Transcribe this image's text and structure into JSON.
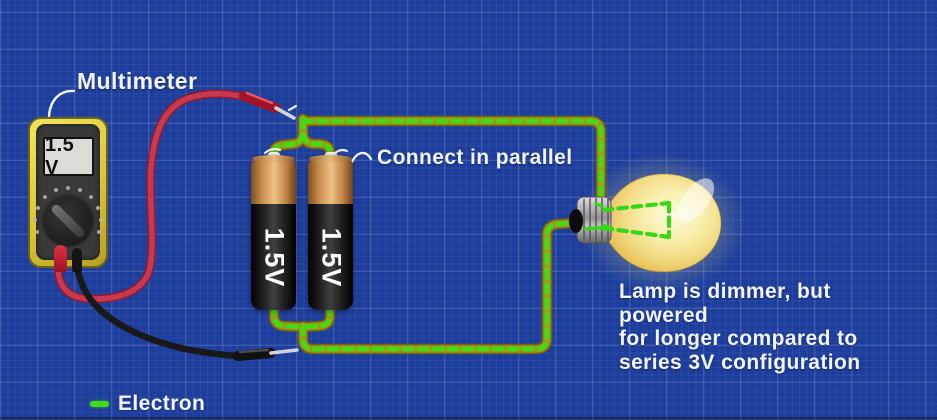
{
  "diagram": {
    "background_color": "#1d3e9c",
    "electron_color": "#3fdc17",
    "wire_casing_color": "#a39418",
    "red_probe_color": "#c23249",
    "black_probe_color": "#191919",
    "battery_copper_color": "#d09a58",
    "bulb_glow_color": "#f6e8a0"
  },
  "multimeter": {
    "label": "Multimeter",
    "reading": "1.5 V"
  },
  "batteries": {
    "annotation": "Connect in parallel",
    "items": [
      {
        "label": "1.5V"
      },
      {
        "label": "1.5V"
      }
    ]
  },
  "lamp": {
    "caption_lines": [
      "Lamp is dimmer, but powered",
      "for longer compared to",
      "series 3V configuration"
    ]
  },
  "legend": {
    "label": "Electron"
  }
}
